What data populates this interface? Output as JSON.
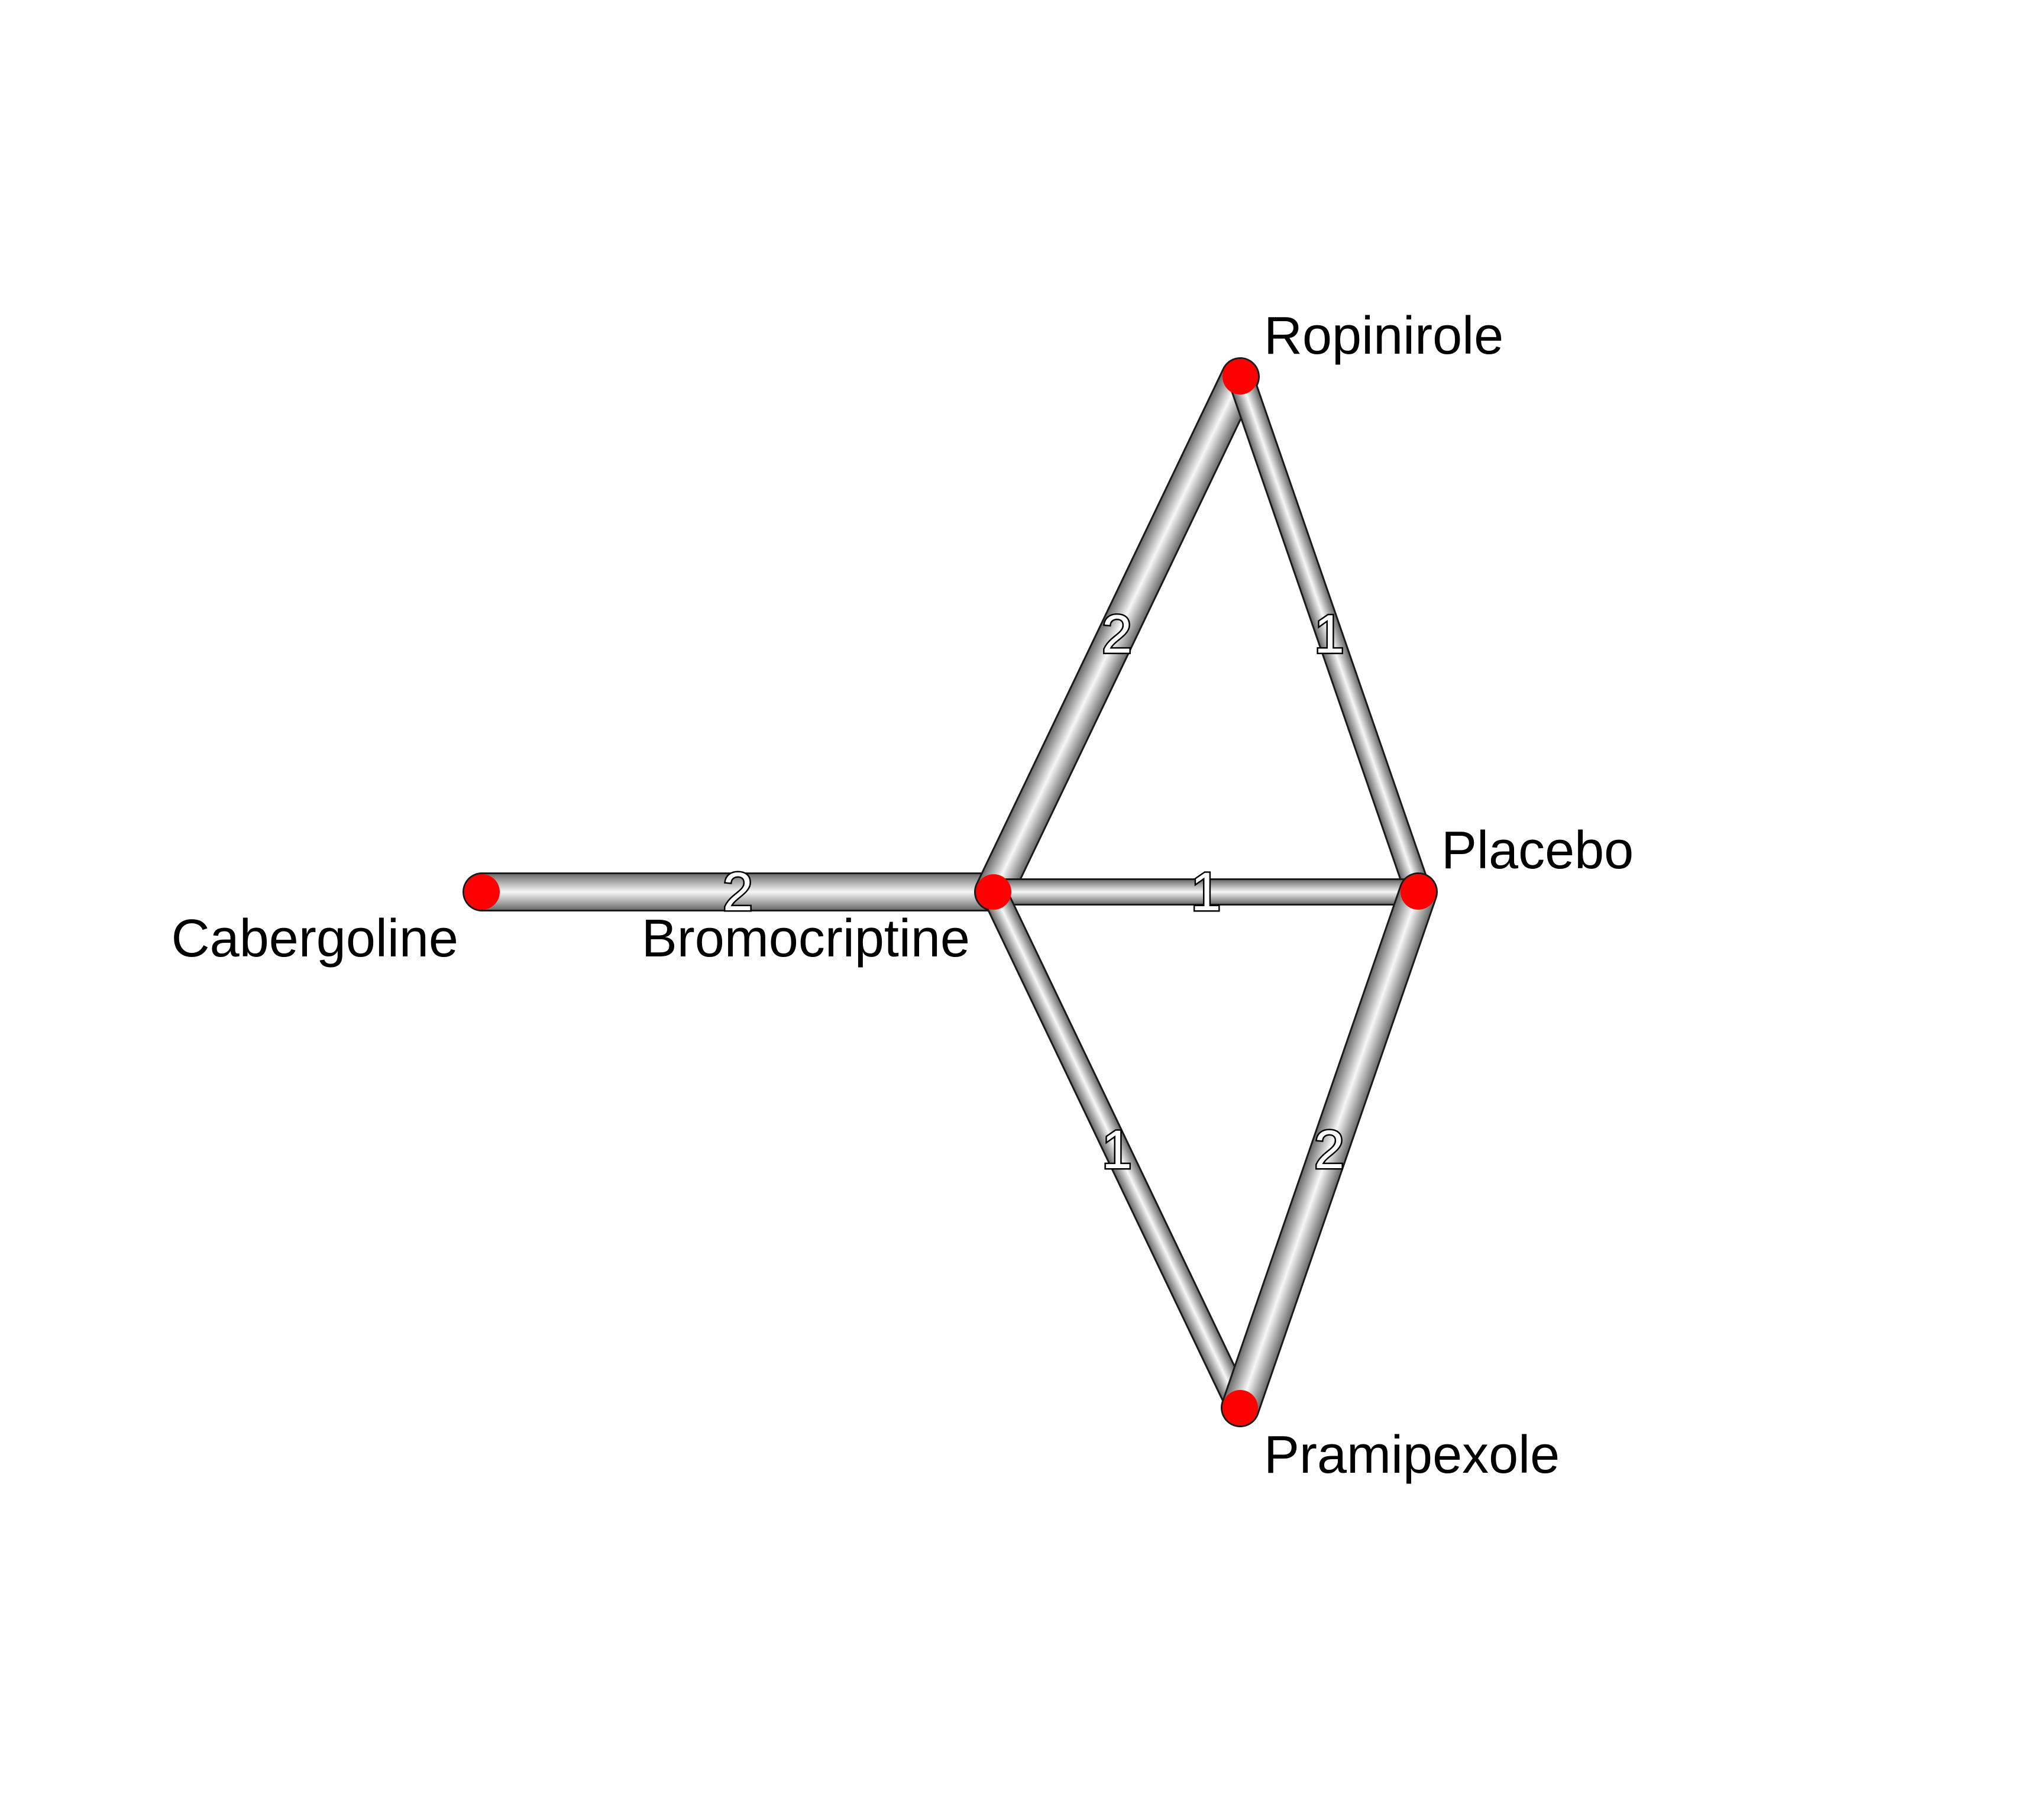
{
  "diagram": {
    "type": "network-graph",
    "node_color": "#ff0000",
    "edge_style": "grey-cylinder",
    "nodes": [
      {
        "id": "cabergoline",
        "label": "Cabergoline"
      },
      {
        "id": "bromocriptine",
        "label": "Bromocriptine"
      },
      {
        "id": "placebo",
        "label": "Placebo"
      },
      {
        "id": "ropinirole",
        "label": "Ropinirole"
      },
      {
        "id": "pramipexole",
        "label": "Pramipexole"
      }
    ],
    "edges": [
      {
        "source": "cabergoline",
        "target": "bromocriptine",
        "label": "2"
      },
      {
        "source": "bromocriptine",
        "target": "ropinirole",
        "label": "2"
      },
      {
        "source": "ropinirole",
        "target": "placebo",
        "label": "1"
      },
      {
        "source": "bromocriptine",
        "target": "placebo",
        "label": "1"
      },
      {
        "source": "bromocriptine",
        "target": "pramipexole",
        "label": "1"
      },
      {
        "source": "pramipexole",
        "target": "placebo",
        "label": "2"
      }
    ]
  }
}
